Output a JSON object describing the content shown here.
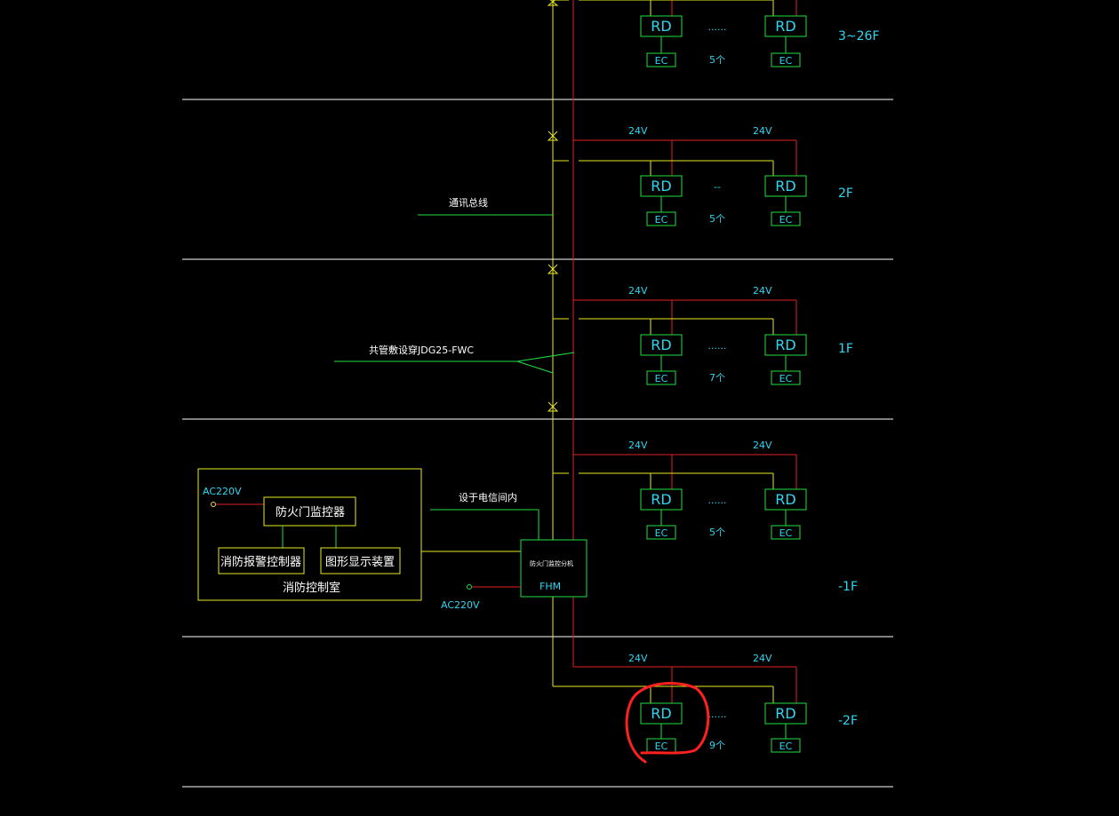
{
  "colors": {
    "background": "#000000",
    "separator": "#ffffff",
    "power_line": "#e02020",
    "bus_line": "#e8e820",
    "device_box": "#20e040",
    "text": "#2fd6f0",
    "annotation": "#ff2020"
  },
  "floors": [
    {
      "label": "3~26F",
      "voltage_left": "",
      "voltage_right": "",
      "count": "5个",
      "dots": "......",
      "rd": "RD",
      "ec": "EC"
    },
    {
      "label": "2F",
      "voltage_left": "24V",
      "voltage_right": "24V",
      "count": "5个",
      "dots": "--",
      "rd": "RD",
      "ec": "EC"
    },
    {
      "label": "1F",
      "voltage_left": "24V",
      "voltage_right": "24V",
      "count": "7个",
      "dots": "......",
      "rd": "RD",
      "ec": "EC"
    },
    {
      "label": "-1F",
      "voltage_left": "24V",
      "voltage_right": "24V",
      "count": "5个",
      "dots": "......",
      "rd": "RD",
      "ec": "EC"
    },
    {
      "label": "-2F",
      "voltage_left": "24V",
      "voltage_right": "24V",
      "count": "9个",
      "dots": "......",
      "rd": "RD",
      "ec": "EC"
    }
  ],
  "labels": {
    "comm_bus": "通讯总线",
    "conduit": "共管敷设穿JDG25-FWC",
    "install_location": "设于电信间内",
    "ac_left": "AC220V",
    "ac_bottom": "AC220V",
    "fhm_title": "防火门监控分机",
    "fhm": "FHM"
  },
  "control_room": {
    "title": "消防控制室",
    "monitor": "防火门监控器",
    "alarm_controller": "消防报警控制器",
    "display": "图形显示装置"
  }
}
